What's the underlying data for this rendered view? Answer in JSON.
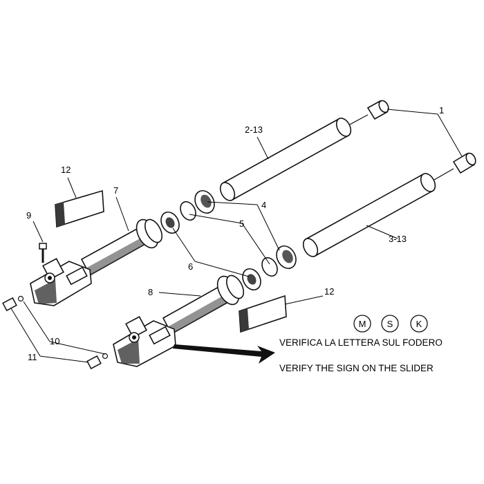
{
  "diagram": {
    "part_labels": {
      "p1": "1",
      "p2": "2-13",
      "p3": "3-13",
      "p4": "4",
      "p5": "5",
      "p6": "6",
      "p7": "7",
      "p8": "8",
      "p9": "9",
      "p10": "10",
      "p11": "11",
      "p12a": "12",
      "p12b": "12"
    },
    "variant_badges": [
      "M",
      "S",
      "K"
    ],
    "note_it": "VERIFICA LA LETTERA SUL FODERO",
    "note_en": "VERIFY THE SIGN ON THE SLIDER"
  }
}
